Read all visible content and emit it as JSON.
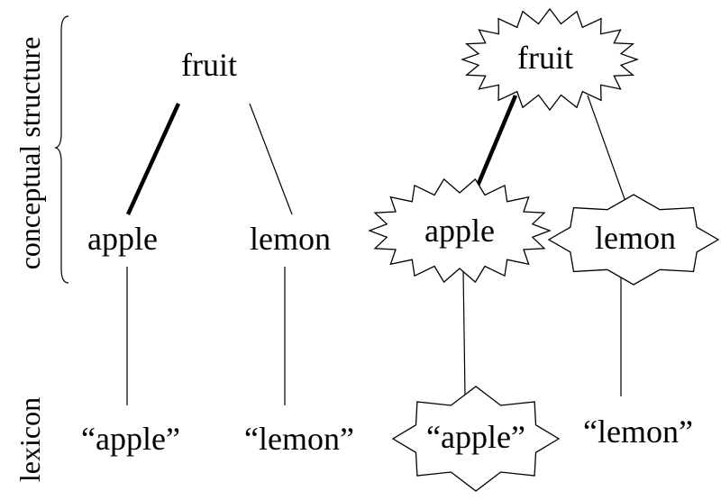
{
  "side_labels": {
    "conceptual_structure": "conceptual structure",
    "lexicon": "lexicon"
  },
  "left_tree": {
    "fruit": "fruit",
    "apple": "apple",
    "lemon": "lemon",
    "apple_word": "“apple”",
    "lemon_word": "“lemon”"
  },
  "right_tree": {
    "fruit": "fruit",
    "apple": "apple",
    "lemon": "lemon",
    "apple_word": "“apple”",
    "lemon_word": "“lemon”"
  }
}
